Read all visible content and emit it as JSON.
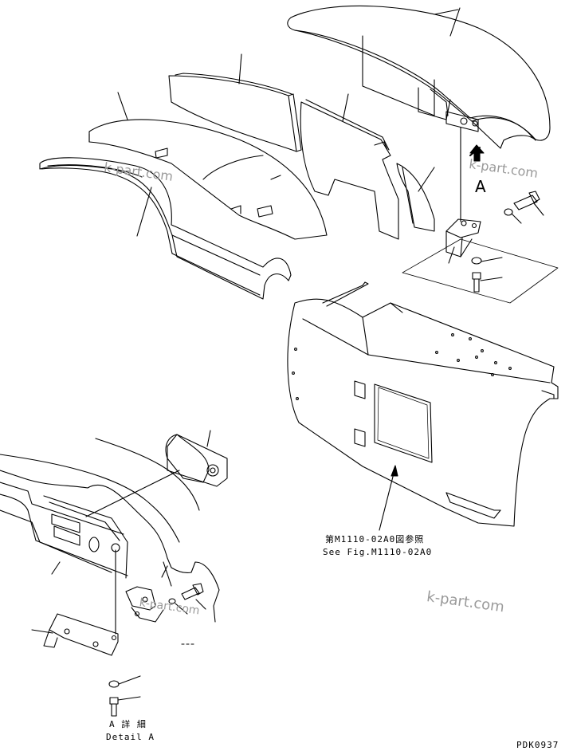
{
  "view_arrow_label": "A",
  "reference_note": {
    "jp": "第M1110-02A0図参照",
    "en": "See Fig.M1110-02A0"
  },
  "detail": {
    "jp": "A 詳 細",
    "en": "Detail A"
  },
  "drawing_code": "PDK0937",
  "watermarks": [
    "k-part.com",
    "k-part.com",
    "k-part.com",
    "k-part.com"
  ],
  "colors": {
    "line": "#000000",
    "watermark": "#9a9a9a",
    "background": "#ffffff"
  }
}
